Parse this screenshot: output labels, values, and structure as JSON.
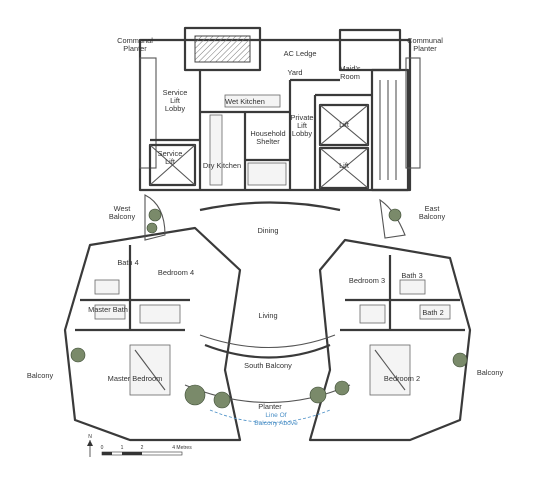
{
  "rooms": {
    "communal_planter_left": "Communal\nPlanter",
    "communal_planter_right": "Communal\nPlanter",
    "ac_ledge": "AC Ledge",
    "yard": "Yard",
    "maids_room": "Maid's\nRoom",
    "wet_kitchen": "Wet Kitchen",
    "service_lift_lobby": "Service\nLift\nLobby",
    "service_lift": "Service\nLift",
    "household_shelter": "Household\nShelter",
    "dry_kitchen": "Dry Kitchen",
    "private_lift_lobby": "Private\nLift\nLobby",
    "lift_1": "Lift",
    "lift_2": "Lift",
    "west_balcony": "West\nBalcony",
    "east_balcony": "East\nBalcony",
    "dining": "Dining",
    "bath_4": "Bath 4",
    "bedroom_4": "Bedroom 4",
    "bedroom_3": "Bedroom 3",
    "bath_3": "Bath 3",
    "master_bath": "Master Bath",
    "bath_2": "Bath 2",
    "living": "Living",
    "south_balcony": "South Balcony",
    "balcony_left": "Balcony",
    "balcony_right": "Balcony",
    "master_bedroom": "Master Bedroom",
    "bedroom_2": "Bedroom 2",
    "planter": "Planter"
  },
  "annotation": "Line Of\nBalcony Above",
  "north_label": "N",
  "scale_bar": {
    "ticks": [
      "0",
      "1",
      "2",
      "4 Metres"
    ]
  },
  "colors": {
    "wall": "#3a3a3a",
    "annotation": "#4a8fc6",
    "plant": "#7a8a6a"
  }
}
